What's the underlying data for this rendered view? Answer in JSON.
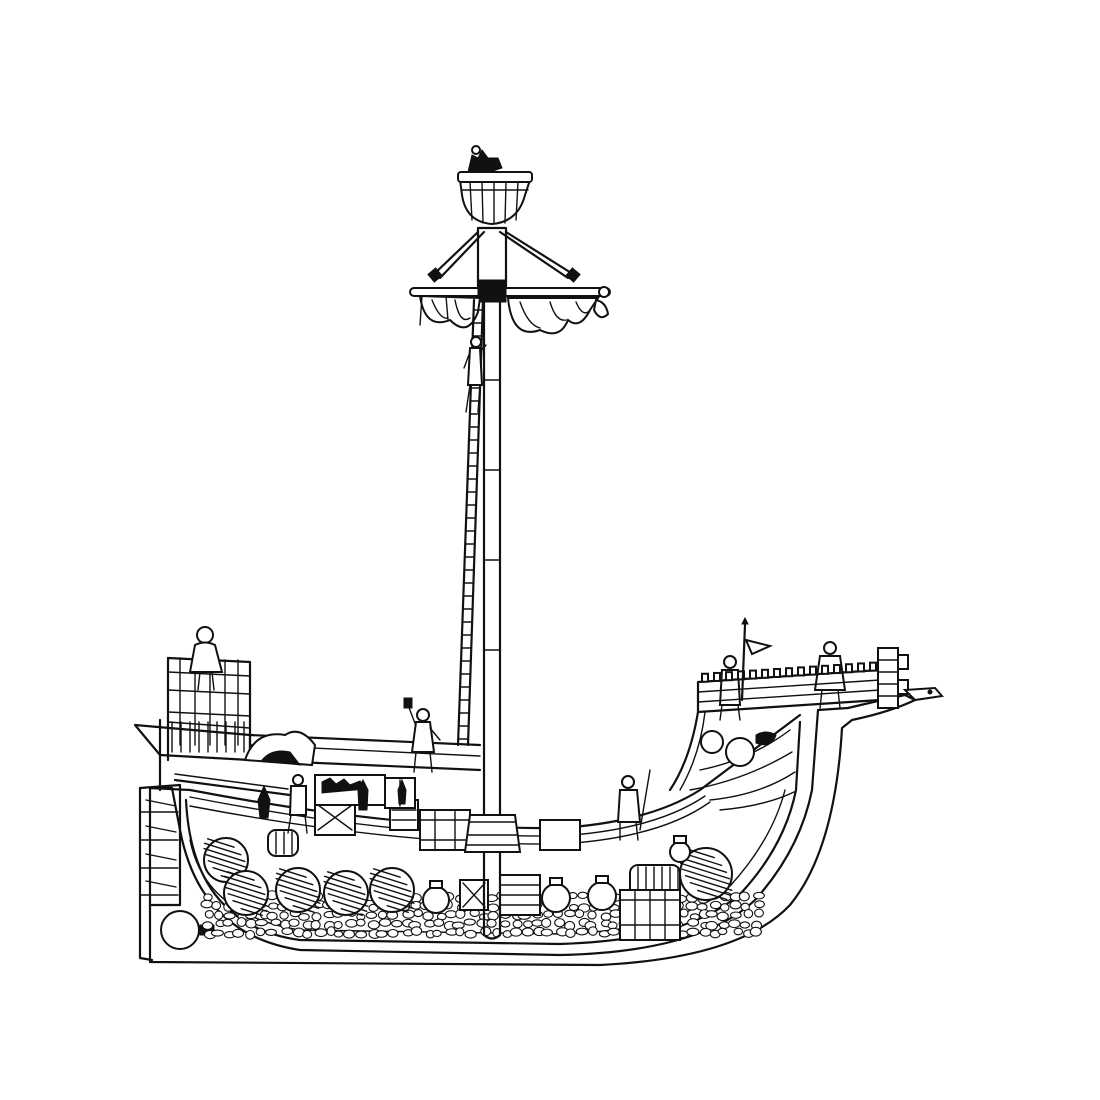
{
  "colors": {
    "ink": "#111111",
    "paper": "#ffffff"
  },
  "parts": [
    "crows-nest",
    "yard",
    "furled-sail",
    "mast",
    "rope-ladder",
    "sterncastle",
    "forecastle",
    "bowsprit",
    "hull",
    "rudder",
    "hold-barrels",
    "ballast-stones",
    "deck-crew",
    "cargo",
    "pennant"
  ]
}
